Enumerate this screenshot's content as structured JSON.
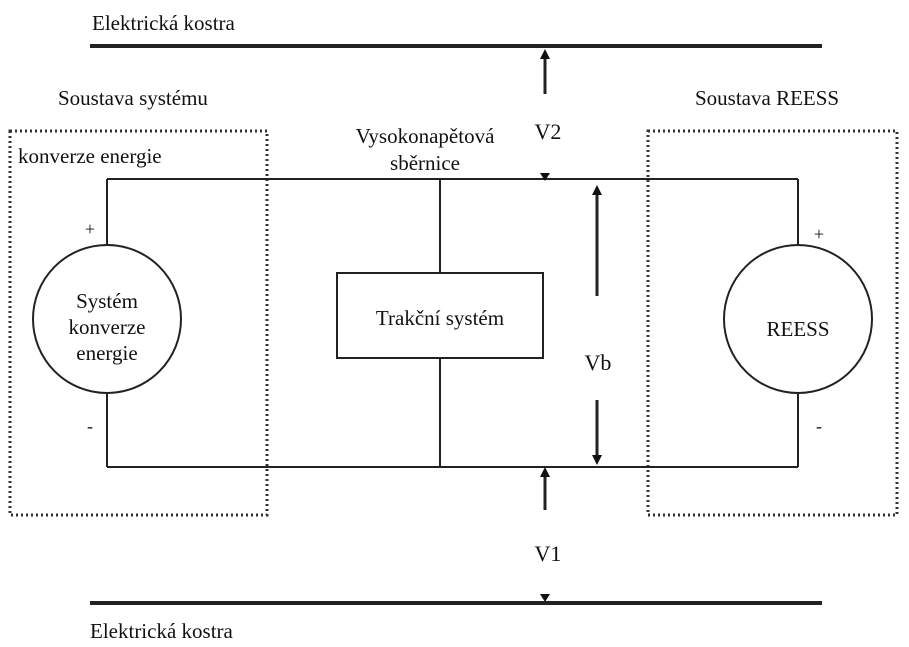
{
  "labels": {
    "chassis_top": "Elektrická kostra",
    "chassis_bottom": "Elektrická kostra",
    "system_assembly": "Soustava systému",
    "conversion_energy": "konverze energie",
    "hv_bus_line1": "Vysokonapětová",
    "hv_bus_line2": "sběrnice",
    "reess_assembly": "Soustava REESS",
    "v2": "V2",
    "v1": "V1",
    "vb": "Vb",
    "traction_system": "Trakční systém",
    "reess": "REESS",
    "conv_source_line1": "Systém",
    "conv_source_line2": "konverze",
    "conv_source_line3": "energie",
    "plus_left": "+",
    "minus_left": "-",
    "plus_right": "+",
    "minus_right": "-"
  }
}
